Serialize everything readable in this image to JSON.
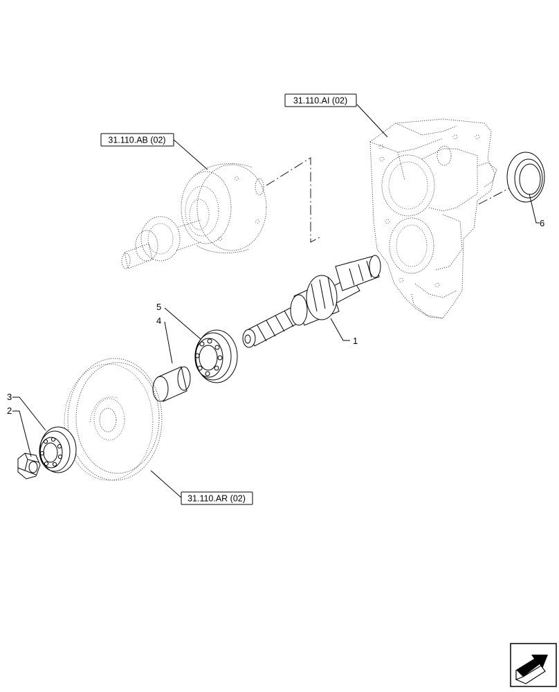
{
  "references": {
    "housing": "31.110.AI (02)",
    "clutch_pack": "31.110.AB (02)",
    "gear": "31.110.AR (02)"
  },
  "callouts": {
    "n1": "1",
    "n2": "2",
    "n3": "3",
    "n4": "4",
    "n5": "5",
    "n6": "6"
  },
  "icons": {
    "navigation": "next-page-arrow-icon"
  }
}
